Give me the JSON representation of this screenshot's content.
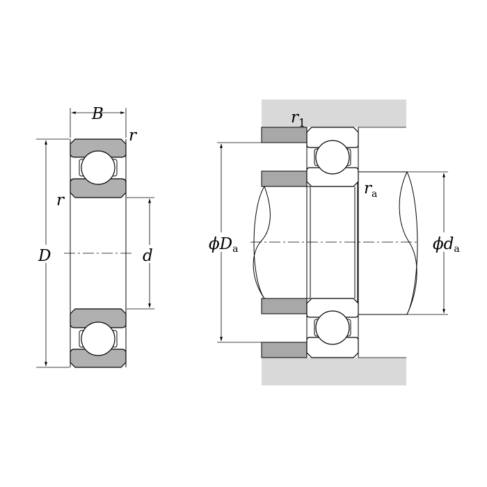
{
  "colors": {
    "ring_fill": "#b0b0b0",
    "housing_fill": "#d9d9d9",
    "shoulder_fill": "#a8a8a8",
    "line": "#000000",
    "background": "#ffffff"
  },
  "left_view": {
    "labels": {
      "width": "B",
      "outer_diameter": "D",
      "bore": "d",
      "chamfer_top": "r",
      "chamfer_side": "r"
    }
  },
  "right_view": {
    "labels": {
      "housing_chamfer": "r",
      "housing_chamfer_sub": "1",
      "shaft_fillet": "r",
      "shaft_fillet_sub": "a",
      "housing_shoulder": "ϕD",
      "housing_shoulder_sub": "a",
      "shaft_shoulder": "ϕd",
      "shaft_shoulder_sub": "a"
    }
  }
}
